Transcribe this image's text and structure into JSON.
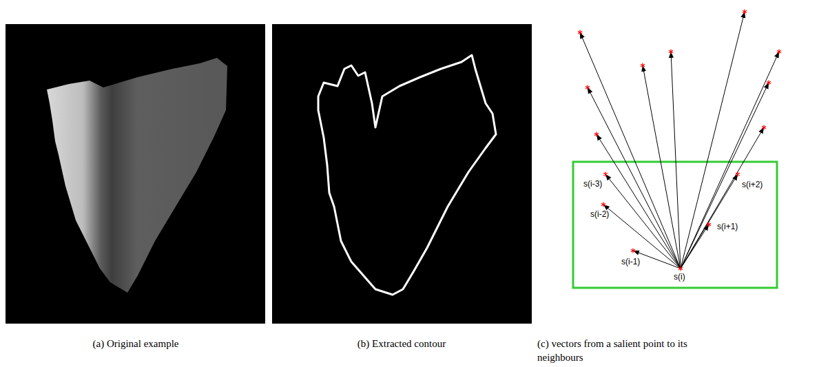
{
  "diagram": {
    "labels": [
      "(a) Original example",
      "(b) Extracted contour",
      "(c) vectors from a salient point to its neighbours",
      "s(i-3)",
      "s(i-2)",
      "s(i-1)",
      "s(i)",
      "s(i+1)",
      "s(i+2)"
    ]
  }
}
